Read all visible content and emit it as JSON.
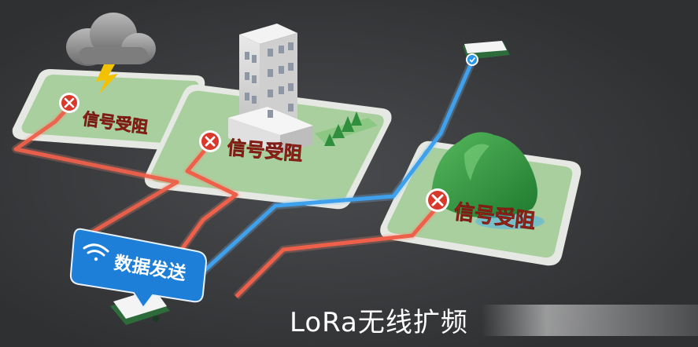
{
  "colors": {
    "background": "#3a3b3d",
    "blocked_path": "#e8523d",
    "clear_path": "#2b96e6",
    "badge_blue": "#1e7fd8",
    "terrain_green": "#a9cf9f"
  },
  "blocked_label": "信号受阻",
  "send_badge": {
    "label": "数据发送",
    "icon": "wifi-icon"
  },
  "caption": "LoRa无线扩频",
  "zones": [
    {
      "obstacle": "storm-cloud",
      "status": "blocked",
      "status_icon": "x-icon"
    },
    {
      "obstacle": "building",
      "status": "blocked",
      "status_icon": "x-icon"
    },
    {
      "obstacle": "mountain",
      "status": "blocked",
      "status_icon": "x-icon"
    },
    {
      "obstacle": "none",
      "status": "received",
      "status_icon": "check-icon"
    }
  ]
}
